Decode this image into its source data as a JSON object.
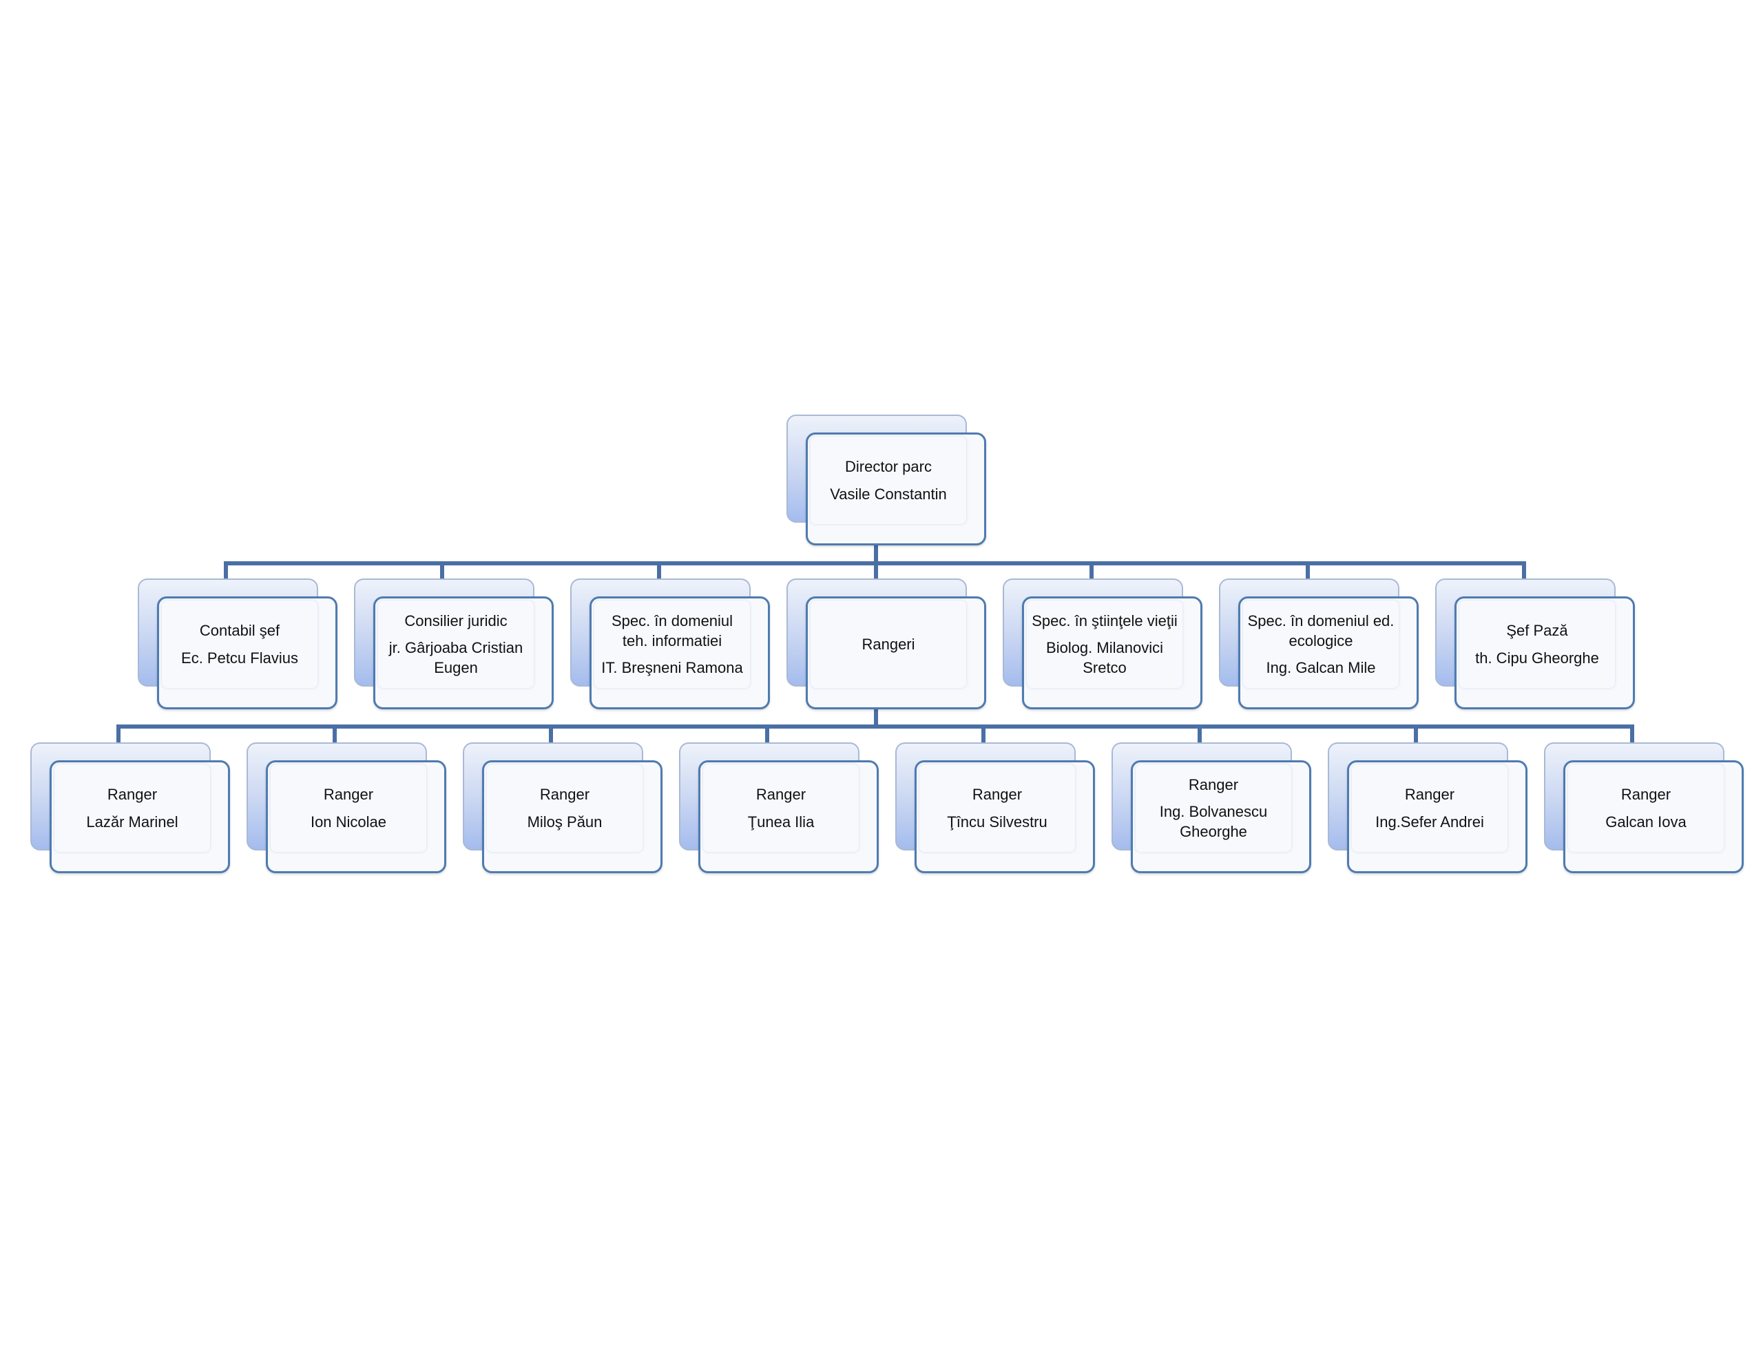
{
  "colors": {
    "connector": "#4a6fa5",
    "border": "#4f7bb0"
  },
  "top": {
    "title": "Director parc",
    "name": "Vasile Constantin"
  },
  "level1": [
    {
      "title": "Contabil  şef",
      "name": "Ec. Petcu Flavius"
    },
    {
      "title": "Consilier juridic",
      "name": "jr. Gârjoaba Cristian Eugen"
    },
    {
      "title": "Spec. în domeniul teh. informatiei",
      "name": "IT. Breşneni Ramona"
    },
    {
      "title": "Rangeri",
      "name": ""
    },
    {
      "title": "Spec. în ştiinţele vieţii",
      "name": "Biolog. Milanovici Sretco"
    },
    {
      "title": "Spec. în domeniul ed. ecologice",
      "name": "Ing. Galcan Mile"
    },
    {
      "title": "Şef  Pază",
      "name": "th. Cipu Gheorghe"
    }
  ],
  "level2": [
    {
      "title": "Ranger",
      "name": "Lazăr Marinel"
    },
    {
      "title": "Ranger",
      "name": "Ion Nicolae"
    },
    {
      "title": "Ranger",
      "name": "Miloş Păun"
    },
    {
      "title": "Ranger",
      "name": "Ţunea Ilia"
    },
    {
      "title": "Ranger",
      "name": "Ţîncu Silvestru"
    },
    {
      "title": "Ranger",
      "name": "Ing. Bolvanescu Gheorghe"
    },
    {
      "title": "Ranger",
      "name": "Ing.Sefer Andrei"
    },
    {
      "title": "Ranger",
      "name": "Galcan Iova"
    }
  ]
}
